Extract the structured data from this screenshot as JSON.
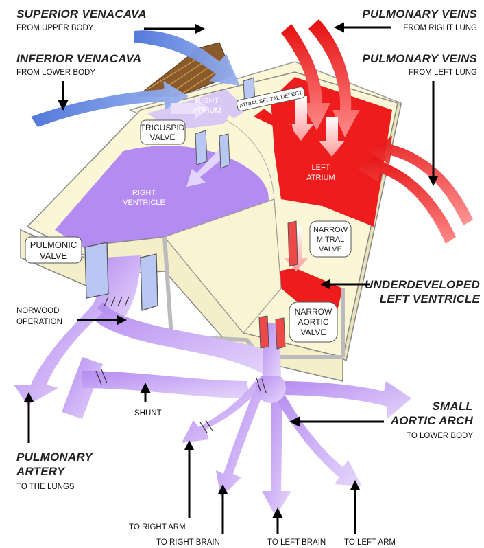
{
  "labels": {
    "superior_vena_cava": {
      "title": "SUPERIOR VENACAVA",
      "sub": "FROM UPPER BODY"
    },
    "inferior_vena_cava": {
      "title": "INFERIOR VENACAVA",
      "sub": "FROM LOWER BODY"
    },
    "pulmonary_veins_right": {
      "title": "PULMONARY VEINS",
      "sub": "FROM RIGHT LUNG"
    },
    "pulmonary_veins_left": {
      "title": "PULMONARY VEINS",
      "sub": "FROM LEFT LUNG"
    },
    "underdeveloped_left_ventricle": {
      "line1": "UNDERDEVELOPED",
      "line2": "LEFT VENTRICLE"
    },
    "small_aortic_arch": {
      "line1": "SMALL",
      "line2": "AORTIC ARCH",
      "sub": "TO LOWER BODY"
    },
    "pulmonary_artery": {
      "line1": "PULMONARY",
      "line2": "ARTERY",
      "sub": "TO THE LUNGS"
    },
    "norwood_operation": {
      "line1": "NORWOOD",
      "line2": "OPERATION"
    },
    "shunt": "SHUNT",
    "to_right_arm": "TO RIGHT ARM",
    "to_right_brain": "TO RIGHT BRAIN",
    "to_left_brain": "TO LEFT BRAIN",
    "to_left_arm": "TO LEFT ARM",
    "right_atrium": {
      "line1": "RIGHT",
      "line2": "ATRIUM"
    },
    "atrial_septal_defect": "ATRIAL SEPTAL DEFECT",
    "tricuspid_valve": {
      "line1": "TRICUSPID",
      "line2": "VALVE"
    },
    "right_ventricle": {
      "line1": "RIGHT",
      "line2": "VENTRICLE"
    },
    "left_atrium": {
      "line1": "LEFT",
      "line2": "ATRIUM"
    },
    "narrow_mitral_valve": {
      "line1": "NARROW",
      "line2": "MITRAL",
      "line3": "VALVE"
    },
    "pulmonic_valve": {
      "line1": "PULMONIC",
      "line2": "VALVE"
    },
    "narrow_aortic_valve": {
      "line1": "NARROW",
      "line2": "AORTIC",
      "line3": "VALVE"
    }
  },
  "colors": {
    "oxygen_rich": "#ee1c1c",
    "oxygen_poor": "#6f8fe0",
    "mixed": "#c9a6f2",
    "wall": "#fbf6d6",
    "roof": "#8a5a2b"
  }
}
